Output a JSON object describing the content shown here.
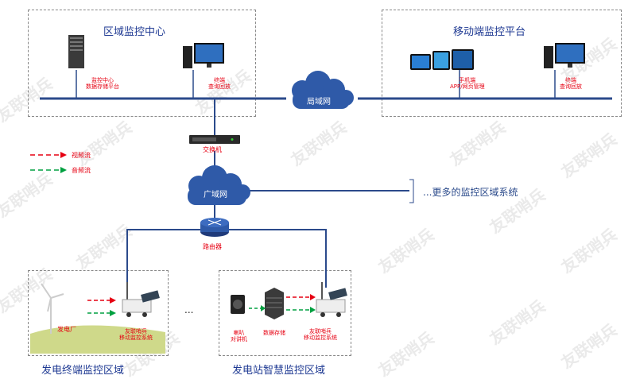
{
  "regions": {
    "monitor_center": "区域监控中心",
    "mobile_platform": "移动端监控平台",
    "terminal_area": "发电终端监控区域",
    "smart_area": "发电站智慧监控区域"
  },
  "labels": {
    "server": [
      "监控中心",
      "数据存储平台"
    ],
    "terminal1": [
      "终端",
      "查询回放"
    ],
    "mobile": [
      "手机端",
      "APP/网页管理"
    ],
    "terminal2": [
      "终端",
      "查询回放"
    ],
    "lan": "局域网",
    "switch": "交换机",
    "wan": "广域网",
    "router": "路由器",
    "more": "...更多的监控区域系统",
    "power_plant": "发电厂",
    "patrol1": [
      "友联哨兵",
      "移动监控系统"
    ],
    "speaker": [
      "喇叭",
      "对讲机"
    ],
    "storage": "数据存储",
    "patrol2": [
      "友联哨兵",
      "移动监控系统"
    ],
    "ellipsis": "..."
  },
  "legend": {
    "video": "视频流",
    "audio": "音频流",
    "video_color": "#e60012",
    "audio_color": "#00a040"
  },
  "watermark": "友联哨兵",
  "colors": {
    "line": "#2b4a8b",
    "title": "#1f3a93",
    "cloud": "#2f5aa8"
  }
}
